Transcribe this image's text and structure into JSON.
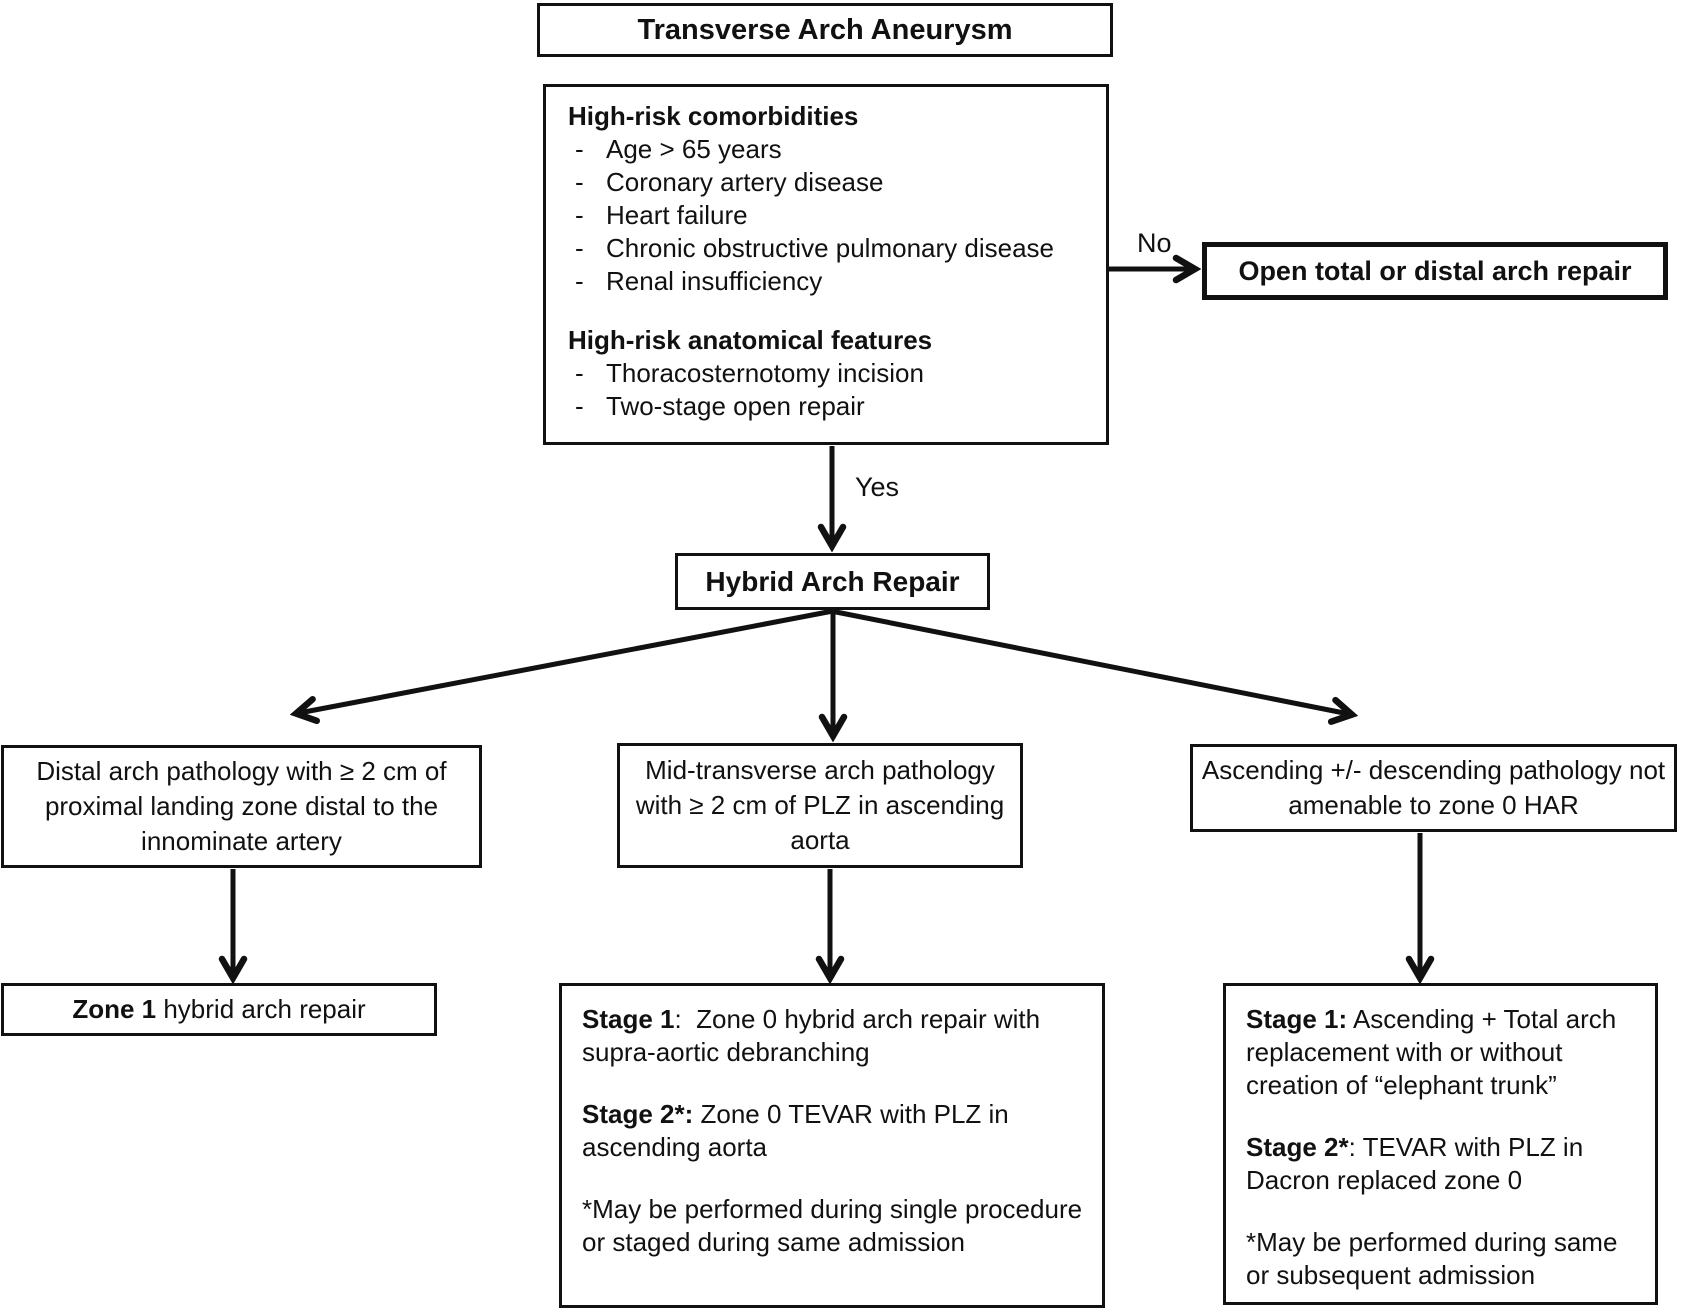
{
  "title": "Transverse Arch Aneurysm",
  "risk_box": {
    "bullet_glyph": "-",
    "comorbidities_heading": "High-risk comorbidities",
    "comorbidities_items": [
      "Age > 65 years",
      "Coronary artery disease",
      "Heart failure",
      "Chronic obstructive pulmonary disease",
      "Renal insufficiency"
    ],
    "anatomical_heading": "High-risk anatomical features",
    "anatomical_items": [
      "Thoracosternotomy incision",
      "Two-stage open repair"
    ]
  },
  "decision_labels": {
    "no": "No",
    "yes": "Yes"
  },
  "open_repair_box": "Open total or distal arch repair",
  "hybrid_box": "Hybrid Arch Repair",
  "branch_left": {
    "condition": "Distal arch pathology with ≥ 2 cm of proximal landing zone distal to the innominate artery",
    "outcome_bold": "Zone 1",
    "outcome_rest": " hybrid arch repair"
  },
  "branch_middle": {
    "condition": "Mid-transverse arch pathology with ≥ 2 cm of PLZ in ascending aorta",
    "stage1_label": "Stage 1",
    "stage1_text": ":  Zone 0 hybrid arch repair with supra-aortic debranching",
    "stage2_label": "Stage 2*:",
    "stage2_text": " Zone 0 TEVAR with PLZ in ascending aorta",
    "footnote": "*May be performed during single procedure or staged during same admission"
  },
  "branch_right": {
    "condition": "Ascending +/- descending pathology not amenable to zone 0 HAR",
    "stage1_label": "Stage 1:",
    "stage1_text": " Ascending + Total arch replacement with or without creation of “elephant trunk”",
    "stage2_label": "Stage 2*",
    "stage2_text": ": TEVAR with PLZ in Dacron replaced zone 0",
    "footnote": "*May be performed during same or subsequent admission"
  },
  "colors": {
    "line": "#111111",
    "border": "#111111",
    "text": "#111111",
    "background": "#ffffff"
  }
}
